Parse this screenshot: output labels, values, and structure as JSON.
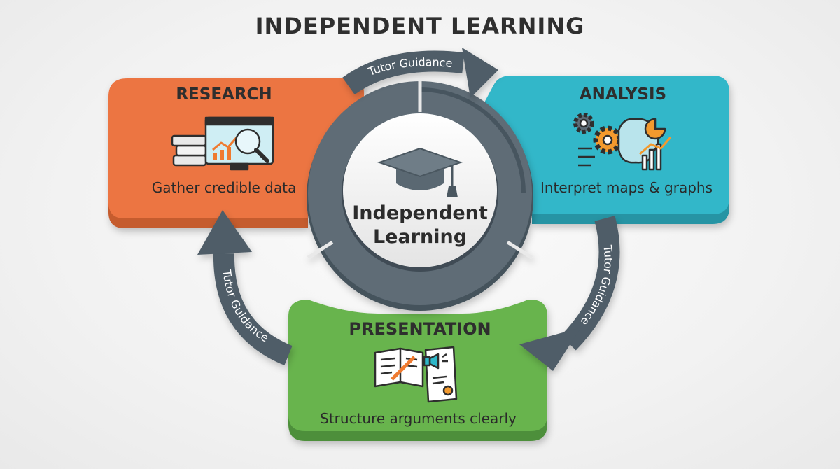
{
  "title": "INDEPENDENT LEARNING",
  "center": {
    "line1": "Independent",
    "line2": "Learning",
    "icon": "graduation-cap-icon"
  },
  "cards": {
    "research": {
      "title": "RESEARCH",
      "text": "Gather credible data",
      "color": "#ec7442",
      "icon": "books-monitor-magnifier-icon"
    },
    "analysis": {
      "title": "ANALYSIS",
      "text": "Interpret maps & graphs",
      "color": "#33b7c9",
      "icon": "gear-brain-chart-icon"
    },
    "presentation": {
      "title": "PRESENTATION",
      "text": "Structure arguments clearly",
      "color": "#67b44e",
      "icon": "notebook-megaphone-certificate-icon"
    }
  },
  "arrows": {
    "top": "Tutor Guidance",
    "right": "Tutor Guidance",
    "left": "Tutor Guidance",
    "color": "#4f5d67"
  }
}
